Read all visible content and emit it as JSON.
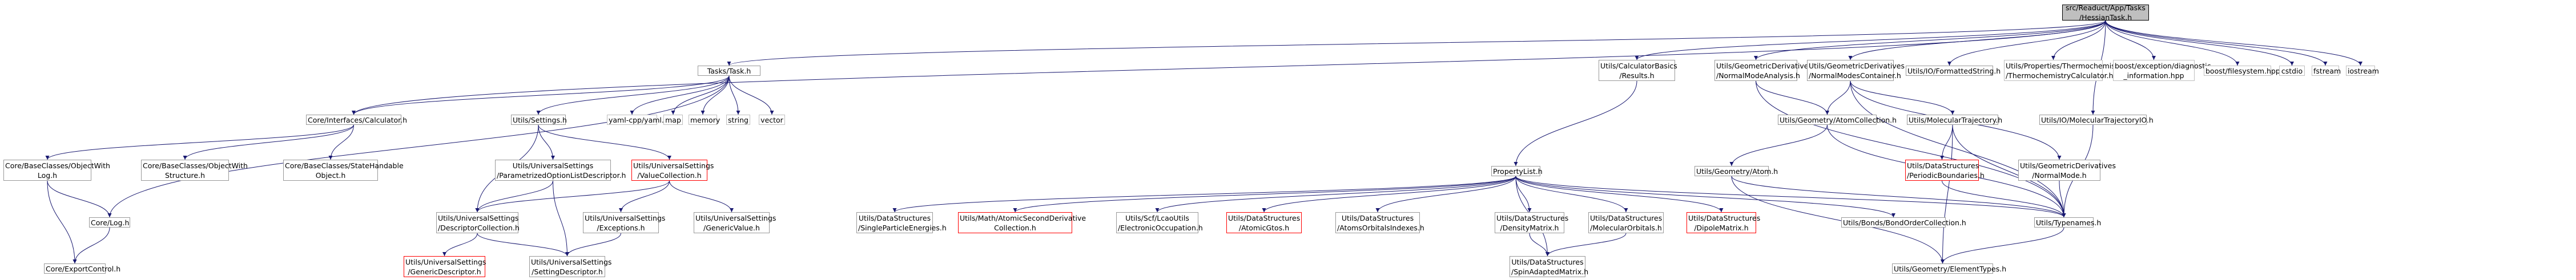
{
  "colors": {
    "edge": "#191970",
    "border": "#999999",
    "missing_border": "#ff0000",
    "external_border": "#bfbfbf",
    "root_fill": "#bfbfbf"
  },
  "nodes": [
    {
      "id": "root",
      "lines": [
        "src/Readuct/App/Tasks",
        "/HessianTask.h"
      ],
      "kind": "root"
    },
    {
      "id": "task",
      "lines": [
        "Tasks/Task.h"
      ],
      "kind": "normal"
    },
    {
      "id": "calcbasics",
      "lines": [
        "Utils/CalculatorBasics",
        "/Results.h"
      ],
      "kind": "normal"
    },
    {
      "id": "nma",
      "lines": [
        "Utils/GeometricDerivatives",
        "/NormalModeAnalysis.h"
      ],
      "kind": "normal"
    },
    {
      "id": "nmc",
      "lines": [
        "Utils/GeometricDerivatives",
        "/NormalModesContainer.h"
      ],
      "kind": "normal"
    },
    {
      "id": "fmtstr",
      "lines": [
        "Utils/IO/FormattedString.h"
      ],
      "kind": "normal"
    },
    {
      "id": "thermo",
      "lines": [
        "Utils/Properties/Thermochemistry",
        "/ThermochemistryCalculator.h"
      ],
      "kind": "gray"
    },
    {
      "id": "boostdiag",
      "lines": [
        "boost/exception/diagnostic",
        "_information.hpp"
      ],
      "kind": "gray"
    },
    {
      "id": "boostfs",
      "lines": [
        "boost/filesystem.hpp"
      ],
      "kind": "gray"
    },
    {
      "id": "cstdio",
      "lines": [
        "cstdio"
      ],
      "kind": "gray"
    },
    {
      "id": "fstream",
      "lines": [
        "fstream"
      ],
      "kind": "gray"
    },
    {
      "id": "iostream",
      "lines": [
        "iostream"
      ],
      "kind": "gray"
    },
    {
      "id": "ifacecalc",
      "lines": [
        "Core/Interfaces/Calculator.h"
      ],
      "kind": "normal"
    },
    {
      "id": "settings",
      "lines": [
        "Utils/Settings.h"
      ],
      "kind": "normal"
    },
    {
      "id": "yaml",
      "lines": [
        "yaml-cpp/yaml.h"
      ],
      "kind": "gray"
    },
    {
      "id": "map",
      "lines": [
        "map"
      ],
      "kind": "gray"
    },
    {
      "id": "memory",
      "lines": [
        "memory"
      ],
      "kind": "gray"
    },
    {
      "id": "string",
      "lines": [
        "string"
      ],
      "kind": "gray"
    },
    {
      "id": "vector",
      "lines": [
        "vector"
      ],
      "kind": "gray"
    },
    {
      "id": "atomcoll",
      "lines": [
        "Utils/Geometry/AtomCollection.h"
      ],
      "kind": "normal"
    },
    {
      "id": "moltraj",
      "lines": [
        "Utils/MolecularTrajectory.h"
      ],
      "kind": "normal"
    },
    {
      "id": "moltrajio",
      "lines": [
        "Utils/IO/MolecularTrajectoryIO.h"
      ],
      "kind": "normal"
    },
    {
      "id": "objlog",
      "lines": [
        "Core/BaseClasses/ObjectWith",
        "Log.h"
      ],
      "kind": "normal"
    },
    {
      "id": "objstruct",
      "lines": [
        "Core/BaseClasses/ObjectWith",
        "Structure.h"
      ],
      "kind": "normal"
    },
    {
      "id": "statehandle",
      "lines": [
        "Core/BaseClasses/StateHandable",
        "Object.h"
      ],
      "kind": "normal"
    },
    {
      "id": "paramopt",
      "lines": [
        "Utils/UniversalSettings",
        "/ParametrizedOptionListDescriptor.h"
      ],
      "kind": "normal"
    },
    {
      "id": "valcoll",
      "lines": [
        "Utils/UniversalSettings",
        "/ValueCollection.h"
      ],
      "kind": "red"
    },
    {
      "id": "proplist",
      "lines": [
        "PropertyList.h"
      ],
      "kind": "normal"
    },
    {
      "id": "atom",
      "lines": [
        "Utils/Geometry/Atom.h"
      ],
      "kind": "normal"
    },
    {
      "id": "periodic",
      "lines": [
        "Utils/DataStructures",
        "/PeriodicBoundaries.h"
      ],
      "kind": "red"
    },
    {
      "id": "normalmode",
      "lines": [
        "Utils/GeometricDerivatives",
        "/NormalMode.h"
      ],
      "kind": "normal"
    },
    {
      "id": "corelog",
      "lines": [
        "Core/Log.h"
      ],
      "kind": "normal"
    },
    {
      "id": "desccoll",
      "lines": [
        "Utils/UniversalSettings",
        "/DescriptorCollection.h"
      ],
      "kind": "normal"
    },
    {
      "id": "except",
      "lines": [
        "Utils/UniversalSettings",
        "/Exceptions.h"
      ],
      "kind": "normal"
    },
    {
      "id": "genval",
      "lines": [
        "Utils/UniversalSettings",
        "/GenericValue.h"
      ],
      "kind": "normal"
    },
    {
      "id": "singlepart",
      "lines": [
        "Utils/DataStructures",
        "/SingleParticleEnergies.h"
      ],
      "kind": "normal"
    },
    {
      "id": "atomicsecond",
      "lines": [
        "Utils/Math/AtomicSecondDerivative",
        "Collection.h"
      ],
      "kind": "red"
    },
    {
      "id": "elocc",
      "lines": [
        "Utils/Scf/LcaoUtils",
        "/ElectronicOccupation.h"
      ],
      "kind": "normal"
    },
    {
      "id": "atomicgto",
      "lines": [
        "Utils/DataStructures",
        "/AtomicGtos.h"
      ],
      "kind": "red"
    },
    {
      "id": "atomsorb",
      "lines": [
        "Utils/DataStructures",
        "/AtomsOrbitalsIndexes.h"
      ],
      "kind": "normal"
    },
    {
      "id": "densmat",
      "lines": [
        "Utils/DataStructures",
        "/DensityMatrix.h"
      ],
      "kind": "normal"
    },
    {
      "id": "molorb",
      "lines": [
        "Utils/DataStructures",
        "/MolecularOrbitals.h"
      ],
      "kind": "normal"
    },
    {
      "id": "dipole",
      "lines": [
        "Utils/DataStructures",
        "/DipoleMatrix.h"
      ],
      "kind": "red"
    },
    {
      "id": "bondorder",
      "lines": [
        "Utils/Bonds/BondOrderCollection.h"
      ],
      "kind": "normal"
    },
    {
      "id": "typenames",
      "lines": [
        "Utils/Typenames.h"
      ],
      "kind": "normal"
    },
    {
      "id": "exportctl",
      "lines": [
        "Core/ExportControl.h"
      ],
      "kind": "normal"
    },
    {
      "id": "generic",
      "lines": [
        "Utils/UniversalSettings",
        "/GenericDescriptor.h"
      ],
      "kind": "red"
    },
    {
      "id": "settingdesc",
      "lines": [
        "Utils/UniversalSettings",
        "/SettingDescriptor.h"
      ],
      "kind": "normal"
    },
    {
      "id": "spinmat",
      "lines": [
        "Utils/DataStructures",
        "/SpinAdaptedMatrix.h"
      ],
      "kind": "normal"
    },
    {
      "id": "elemtypes",
      "lines": [
        "Utils/Geometry/ElementTypes.h"
      ],
      "kind": "normal"
    }
  ],
  "edges": [
    [
      "root",
      "task"
    ],
    [
      "root",
      "calcbasics"
    ],
    [
      "root",
      "nma"
    ],
    [
      "root",
      "nmc"
    ],
    [
      "root",
      "fmtstr"
    ],
    [
      "root",
      "thermo"
    ],
    [
      "root",
      "boostdiag"
    ],
    [
      "root",
      "boostfs"
    ],
    [
      "root",
      "cstdio"
    ],
    [
      "root",
      "fstream"
    ],
    [
      "root",
      "iostream"
    ],
    [
      "root",
      "ifacecalc"
    ],
    [
      "root",
      "moltrajio"
    ],
    [
      "task",
      "ifacecalc"
    ],
    [
      "task",
      "settings"
    ],
    [
      "task",
      "yaml"
    ],
    [
      "task",
      "map"
    ],
    [
      "task",
      "memory"
    ],
    [
      "task",
      "string"
    ],
    [
      "task",
      "vector"
    ],
    [
      "task",
      "corelog"
    ],
    [
      "ifacecalc",
      "objlog"
    ],
    [
      "ifacecalc",
      "objstruct"
    ],
    [
      "ifacecalc",
      "statehandle"
    ],
    [
      "objlog",
      "corelog"
    ],
    [
      "objlog",
      "exportctl"
    ],
    [
      "corelog",
      "exportctl"
    ],
    [
      "settings",
      "paramopt"
    ],
    [
      "settings",
      "valcoll"
    ],
    [
      "settings",
      "desccoll"
    ],
    [
      "paramopt",
      "desccoll"
    ],
    [
      "paramopt",
      "settingdesc"
    ],
    [
      "valcoll",
      "except"
    ],
    [
      "valcoll",
      "genval"
    ],
    [
      "valcoll",
      "desccoll"
    ],
    [
      "desccoll",
      "generic"
    ],
    [
      "desccoll",
      "settingdesc"
    ],
    [
      "except",
      "settingdesc"
    ],
    [
      "calcbasics",
      "proplist"
    ],
    [
      "nma",
      "atomcoll"
    ],
    [
      "nma",
      "typenames"
    ],
    [
      "nmc",
      "atomcoll"
    ],
    [
      "nmc",
      "moltraj"
    ],
    [
      "nmc",
      "normalmode"
    ],
    [
      "nmc",
      "typenames"
    ],
    [
      "atomcoll",
      "atom"
    ],
    [
      "atomcoll",
      "typenames"
    ],
    [
      "atom",
      "typenames"
    ],
    [
      "atom",
      "elemtypes"
    ],
    [
      "moltraj",
      "periodic"
    ],
    [
      "moltraj",
      "typenames"
    ],
    [
      "moltraj",
      "elemtypes"
    ],
    [
      "moltrajio",
      "typenames"
    ],
    [
      "normalmode",
      "typenames"
    ],
    [
      "periodic",
      "typenames"
    ],
    [
      "proplist",
      "singlepart"
    ],
    [
      "proplist",
      "atomicsecond"
    ],
    [
      "proplist",
      "elocc"
    ],
    [
      "proplist",
      "atomicgto"
    ],
    [
      "proplist",
      "atomsorb"
    ],
    [
      "proplist",
      "densmat"
    ],
    [
      "proplist",
      "molorb"
    ],
    [
      "proplist",
      "dipole"
    ],
    [
      "proplist",
      "bondorder"
    ],
    [
      "proplist",
      "typenames"
    ],
    [
      "proplist",
      "spinmat"
    ],
    [
      "densmat",
      "spinmat"
    ],
    [
      "molorb",
      "spinmat"
    ],
    [
      "typenames",
      "elemtypes"
    ]
  ]
}
